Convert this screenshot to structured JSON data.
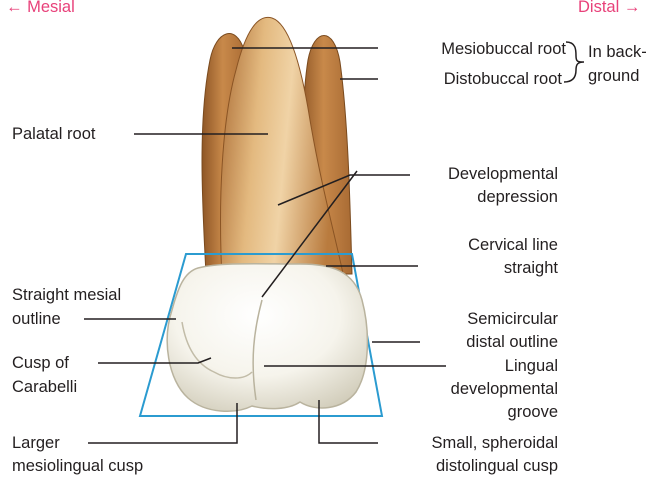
{
  "directions": {
    "left": "← Mesial",
    "right": "Distal →"
  },
  "labels": {
    "mesiobuccal_root": "Mesiobuccal root",
    "distobuccal_root": "Distobuccal root",
    "in_background_1": "In back-",
    "in_background_2": "ground",
    "palatal_root": "Palatal root",
    "developmental_depression_1": "Developmental",
    "developmental_depression_2": "depression",
    "cervical_line_1": "Cervical line",
    "cervical_line_2": "straight",
    "straight_mesial_outline_1": "Straight mesial",
    "straight_mesial_outline_2": "outline",
    "semicircular_distal_1": "Semicircular",
    "semicircular_distal_2": "distal outline",
    "cusp_of_carabelli_1": "Cusp of",
    "cusp_of_carabelli_2": "Carabelli",
    "lingual_groove_1": "Lingual",
    "lingual_groove_2": "developmental",
    "lingual_groove_3": "groove",
    "larger_cusp_1": "Larger",
    "larger_cusp_2": "mesiolingual cusp",
    "small_cusp_1": "Small, spheroidal",
    "small_cusp_2": "distolingual cusp"
  },
  "colors": {
    "root_dark": "#9c6430",
    "root_mid": "#c68a4a",
    "root_light": "#e9c48f",
    "crown_light": "#ffffff",
    "crown_shadow": "#d9d4c2",
    "outline_blue": "#2b9bd0",
    "leader_line": "#231f20",
    "direction_text": "#e8417a"
  }
}
